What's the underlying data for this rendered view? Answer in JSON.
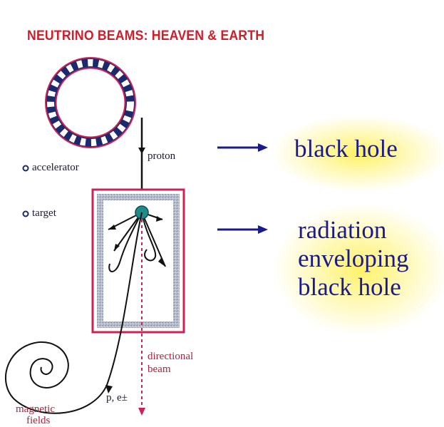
{
  "title": "NEUTRINO BEAMS:  HEAVEN & EARTH",
  "labels": {
    "accelerator": "accelerator",
    "target": "target",
    "proton": "proton",
    "directional_1": "directional",
    "directional_2": "beam",
    "particles": "p, e±",
    "magnetic_1": "magnetic",
    "magnetic_2": "fields"
  },
  "analogies": {
    "black_hole": "black hole",
    "radiation_1": "radiation",
    "radiation_2": "enveloping",
    "radiation_3": "black hole"
  },
  "colors": {
    "title": "#cc1f2a",
    "ring": "#1a2a6c",
    "target_frame": "#cc2255",
    "target_core": "#1e8a8a",
    "arrow": "#1a1a8c",
    "analogy_text": "#1a1a8c",
    "glow": "#fff07a"
  }
}
